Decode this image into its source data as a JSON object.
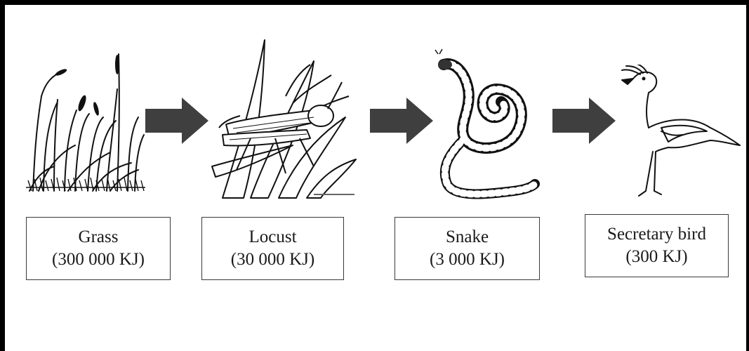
{
  "food_chain": {
    "organisms": [
      {
        "name": "Grass",
        "energy": "(300 000 KJ)",
        "icon": "grass-icon"
      },
      {
        "name": "Locust",
        "energy": "(30 000 KJ)",
        "icon": "locust-icon"
      },
      {
        "name": "Snake",
        "energy": "(3 000 KJ)",
        "icon": "snake-icon"
      },
      {
        "name": "Secretary bird",
        "energy": "(300 KJ)",
        "icon": "secretary-bird-icon"
      }
    ],
    "arrow_color": "#3f3f3f"
  }
}
